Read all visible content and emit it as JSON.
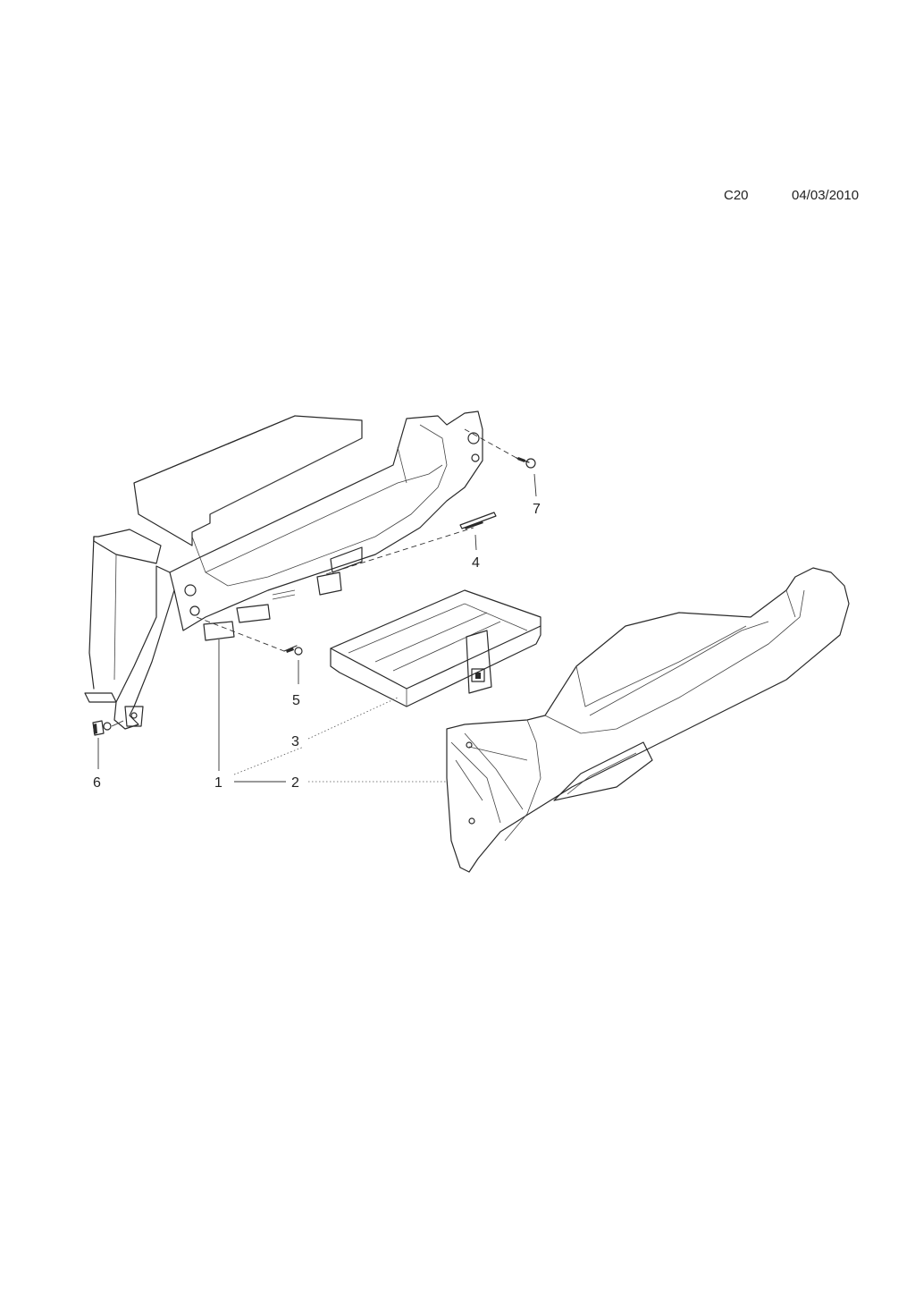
{
  "header": {
    "code": "C20",
    "date": "04/03/2010"
  },
  "callouts": [
    {
      "id": "1",
      "label": "1"
    },
    {
      "id": "2",
      "label": "2"
    },
    {
      "id": "3",
      "label": "3"
    },
    {
      "id": "4",
      "label": "4"
    },
    {
      "id": "5",
      "label": "5"
    },
    {
      "id": "6",
      "label": "6"
    },
    {
      "id": "7",
      "label": "7"
    }
  ]
}
